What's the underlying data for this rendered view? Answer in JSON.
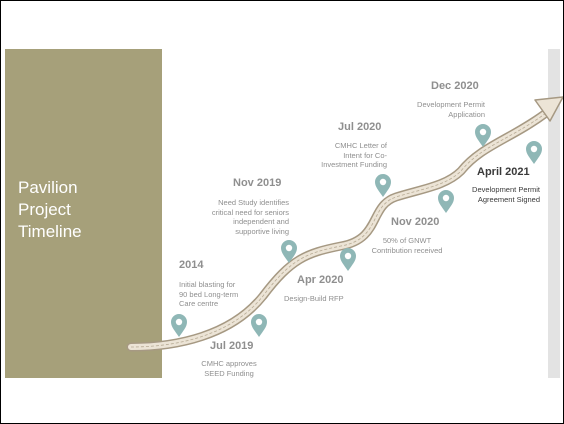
{
  "title_lines": [
    "Pavilion",
    "Project",
    "Timeline"
  ],
  "colors": {
    "panel": "#a6a07a",
    "road_fill": "#ece4d6",
    "road_edge": "#a69983",
    "marker": "#8fb7b6",
    "label_gray": "#8f8f8f"
  },
  "events": [
    {
      "id": "e2014",
      "date": "2014",
      "description": [
        "Initial blasting for",
        "90 bed Long-term",
        "Care centre"
      ]
    },
    {
      "id": "ejul2019",
      "date": "Jul 2019",
      "description": [
        "CMHC approves",
        "SEED Funding"
      ]
    },
    {
      "id": "enov2019",
      "date": "Nov 2019",
      "description": [
        "Need Study identifies",
        "critical need for seniors",
        "independent and",
        "supportive living"
      ]
    },
    {
      "id": "eapr2020",
      "date": "Apr 2020",
      "description": [
        "Design-Build RFP"
      ]
    },
    {
      "id": "ejul2020",
      "date": "Jul 2020",
      "description": [
        "CMHC Letter of",
        "Intent for Co-",
        "Investment Funding"
      ]
    },
    {
      "id": "enov2020",
      "date": "Nov 2020",
      "description": [
        "50% of GNWT",
        "Contribution received"
      ]
    },
    {
      "id": "edec2020",
      "date": "Dec 2020",
      "description": [
        "Development Permit",
        "Application"
      ]
    },
    {
      "id": "eapr2021",
      "date": "April 2021",
      "description": [
        "Development Permit",
        "Agreement Signed"
      ]
    }
  ]
}
